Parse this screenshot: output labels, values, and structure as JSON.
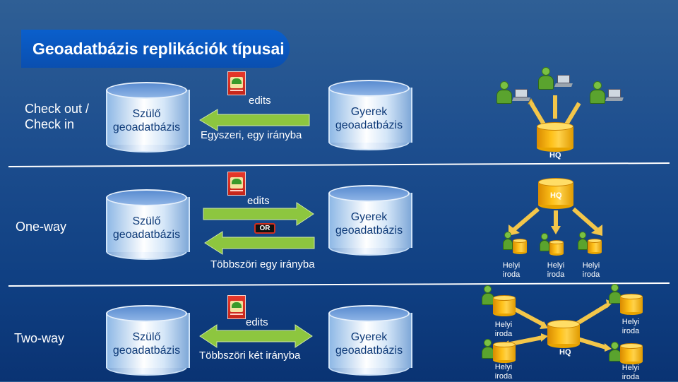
{
  "title": "Geoadatbázis replikációk típusai",
  "rows": [
    {
      "label": "Check out /\nCheck in",
      "parent": "Szülő\ngeoadatbázis",
      "child": "Gyerek\ngeoadatbázis",
      "edits": "edits",
      "direction": "Egyszeri, egy irányba"
    },
    {
      "label": "One-way",
      "parent": "Szülő\ngeoadatbázis",
      "child": "Gyerek\ngeoadatbázis",
      "edits": "edits",
      "or_badge": "OR",
      "direction": "Többszöri egy irányba"
    },
    {
      "label": "Two-way",
      "parent": "Szülő\ngeoadatbázis",
      "child": "Gyerek\ngeoadatbázis",
      "edits": "edits",
      "direction": "Többszöri két irányba"
    }
  ],
  "hq_label": "HQ",
  "office_label": "Helyi\niroda",
  "colors": {
    "arrow_green": "#8dc63f",
    "arrow_gold": "#f3c64a",
    "db_orange": "#ffc21a"
  }
}
